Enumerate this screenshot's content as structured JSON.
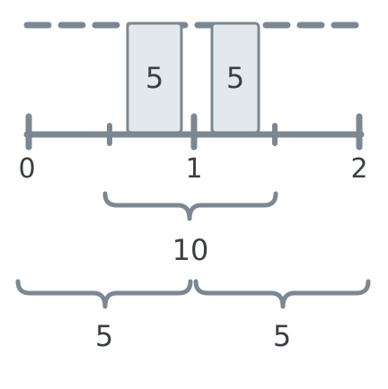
{
  "colors": {
    "stroke": "#7b8893",
    "box_fill": "#e3e8ec",
    "text": "#3a3f44"
  },
  "number_line": {
    "tick_labels": [
      "0",
      "1",
      "2"
    ]
  },
  "boxes": [
    {
      "label": "5"
    },
    {
      "label": "5"
    }
  ],
  "braces": {
    "middle_label": "10",
    "left_label": "5",
    "right_label": "5"
  }
}
